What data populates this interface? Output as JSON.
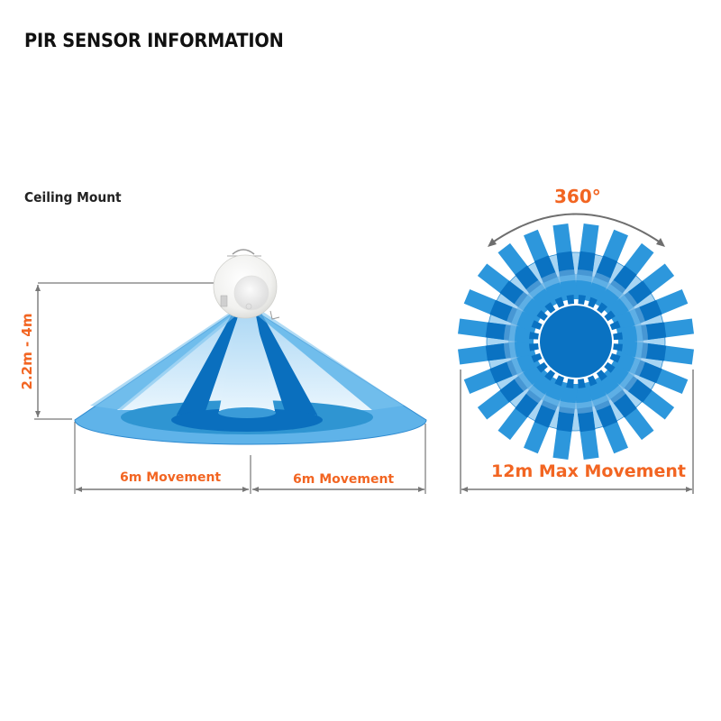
{
  "title": "PIR SENSOR INFORMATION",
  "ceiling_mount": {
    "label": "Ceiling Mount",
    "height_label": "2.2m - 4m",
    "left_range_label": "6m Movement",
    "right_range_label": "6m Movement"
  },
  "coverage_top_view": {
    "angle_label": "360°",
    "diameter_label": "12m Max Movement",
    "ray_count": 24
  },
  "colors": {
    "accent_orange": "#f26522",
    "blue_dark": "#0a72c2",
    "blue_mid": "#2d97dc",
    "blue_light": "#6bb9ea",
    "blue_pale": "#c5e5f8",
    "dimension_line": "#6e6e6e"
  }
}
